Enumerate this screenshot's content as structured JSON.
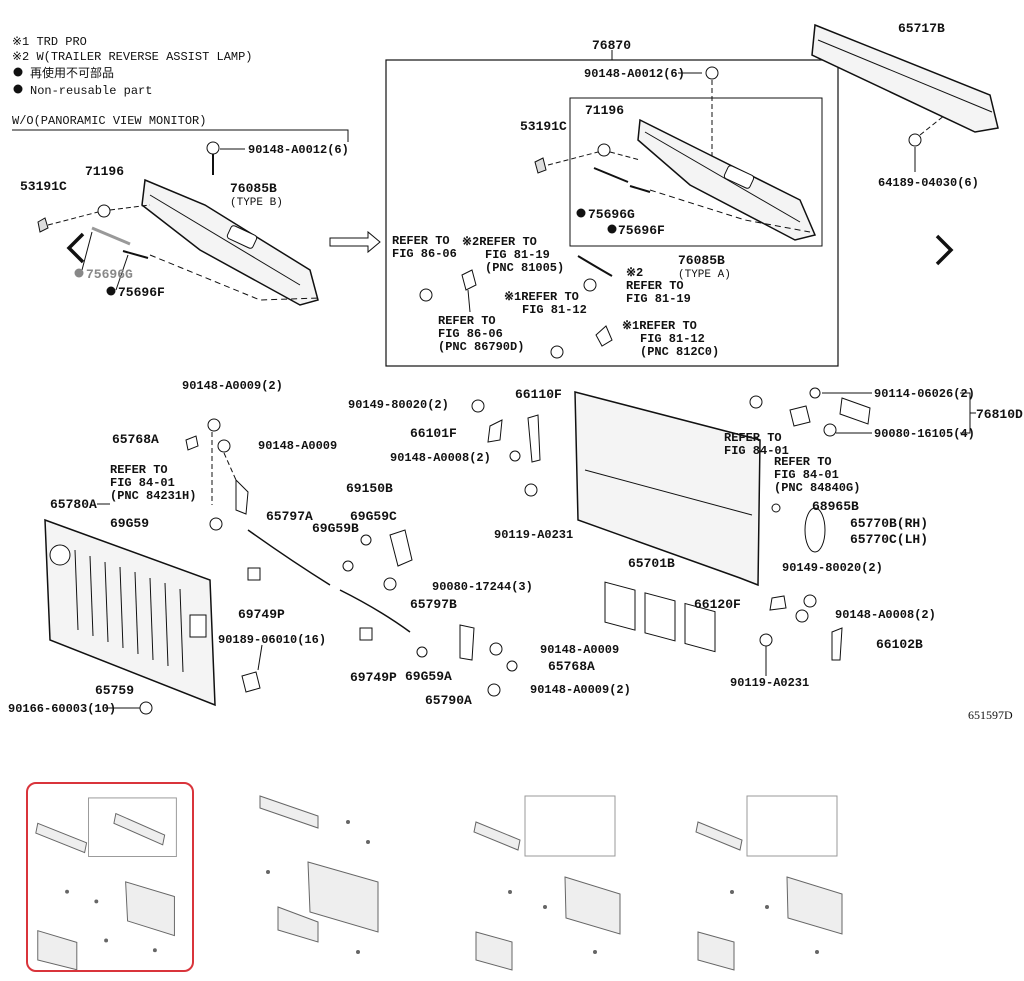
{
  "notes": {
    "line1": "※1 TRD PRO",
    "line2": "※2 W(TRAILER REVERSE ASSIST LAMP)",
    "line3": "再使用不可部品",
    "line4": "Non-reusable part"
  },
  "section_left": {
    "header": "W/O(PANORAMIC VIEW MONITOR)"
  },
  "labels": {
    "p53191C_a": "53191C",
    "p71196_a": "71196",
    "p76085B_a": "76085B",
    "type_b": "(TYPE B)",
    "p90148_A0012_a": "90148-A0012(6)",
    "p75696G_a": "75696G",
    "p75696F_a": "75696F",
    "p76870": "76870",
    "p90148_A0012_b": "90148-A0012(6)",
    "p53191C_b": "53191C",
    "p71196_b": "71196",
    "p75696G_b": "75696G",
    "p75696F_b": "75696F",
    "p76085B_b": "76085B",
    "type_a": "(TYPE A)",
    "ref_8606_a1": "REFER TO",
    "ref_8606_a2": "FIG 86-06",
    "ref_8119_a1": "※2REFER TO",
    "ref_8119_a2": "FIG 81-19",
    "ref_8119_a3": "(PNC 81005)",
    "ref_8119_b0": "※2",
    "ref_8119_b1": "REFER TO",
    "ref_8119_b2": "FIG 81-19",
    "ref_8112_a1": "※1REFER TO",
    "ref_8112_a2": "FIG 81-12",
    "ref_8606_b1": "REFER TO",
    "ref_8606_b2": "FIG 86-06",
    "ref_8606_b3": "(PNC 86790D)",
    "ref_8112_b1": "※1REFER TO",
    "ref_8112_b2": "FIG 81-12",
    "ref_8112_b3": "(PNC 812C0)",
    "p65717B": "65717B",
    "p64189": "64189-04030(6)",
    "p90148_A0009_2a": "90148-A0009(2)",
    "p65768A_a": "65768A",
    "p90148_A0009_a": "90148-A0009",
    "ref_8401_a1": "REFER TO",
    "ref_8401_a2": "FIG 84-01",
    "ref_8401_a3": "(PNC 84231H)",
    "p65780A": "65780A",
    "p69G59_a": "69G59",
    "p65797A": "65797A",
    "p69749P_a": "69749P",
    "p90189": "90189-06010(16)",
    "p65759": "65759",
    "p90166": "90166-60003(10)",
    "p90149_80020_a": "90149-80020(2)",
    "p66110F": "66110F",
    "p66101F": "66101F",
    "p90148_A0008_a": "90148-A0008(2)",
    "p90119_a": "90119-A0231",
    "p69150B": "69150B",
    "p69G59C": "69G59C",
    "p69G59B": "69G59B",
    "p90080_17244": "90080-17244(3)",
    "p65797B": "65797B",
    "p69749P_b": "69749P",
    "p69G59A": "69G59A",
    "p65790A": "65790A",
    "p90148_A0009_b": "90148-A0009",
    "p65768A_b": "65768A",
    "p90148_A0009_2b": "90148-A0009(2)",
    "p65701B": "65701B",
    "ref_8401_b1": "REFER TO",
    "ref_8401_b2": "FIG 84-01",
    "ref_8401_c1": "REFER TO",
    "ref_8401_c2": "FIG 84-01",
    "ref_8401_c3": "(PNC 84840G)",
    "p90114": "90114-06026(2)",
    "p76810D": "76810D",
    "p90080_16105": "90080-16105(4)",
    "p68965B": "68965B",
    "p65770B": "65770B(RH)",
    "p65770C": "65770C(LH)",
    "p90149_80020_b": "90149-80020(2)",
    "p66120F": "66120F",
    "p90148_A0008_b": "90148-A0008(2)",
    "p66102B": "66102B",
    "p90119_b": "90119-A0231",
    "fig_code": "651597D"
  },
  "nav": {
    "prev_icon": "chevron-left-icon",
    "next_icon": "chevron-right-icon"
  },
  "thumbnails": [
    {
      "name": "thumbnail-1",
      "selected": true
    },
    {
      "name": "thumbnail-2",
      "selected": false
    },
    {
      "name": "thumbnail-3",
      "selected": false
    },
    {
      "name": "thumbnail-4",
      "selected": false
    }
  ],
  "colors": {
    "selected_border": "#d9343b",
    "line": "#111111",
    "part_fill": "#f4f4f4"
  }
}
